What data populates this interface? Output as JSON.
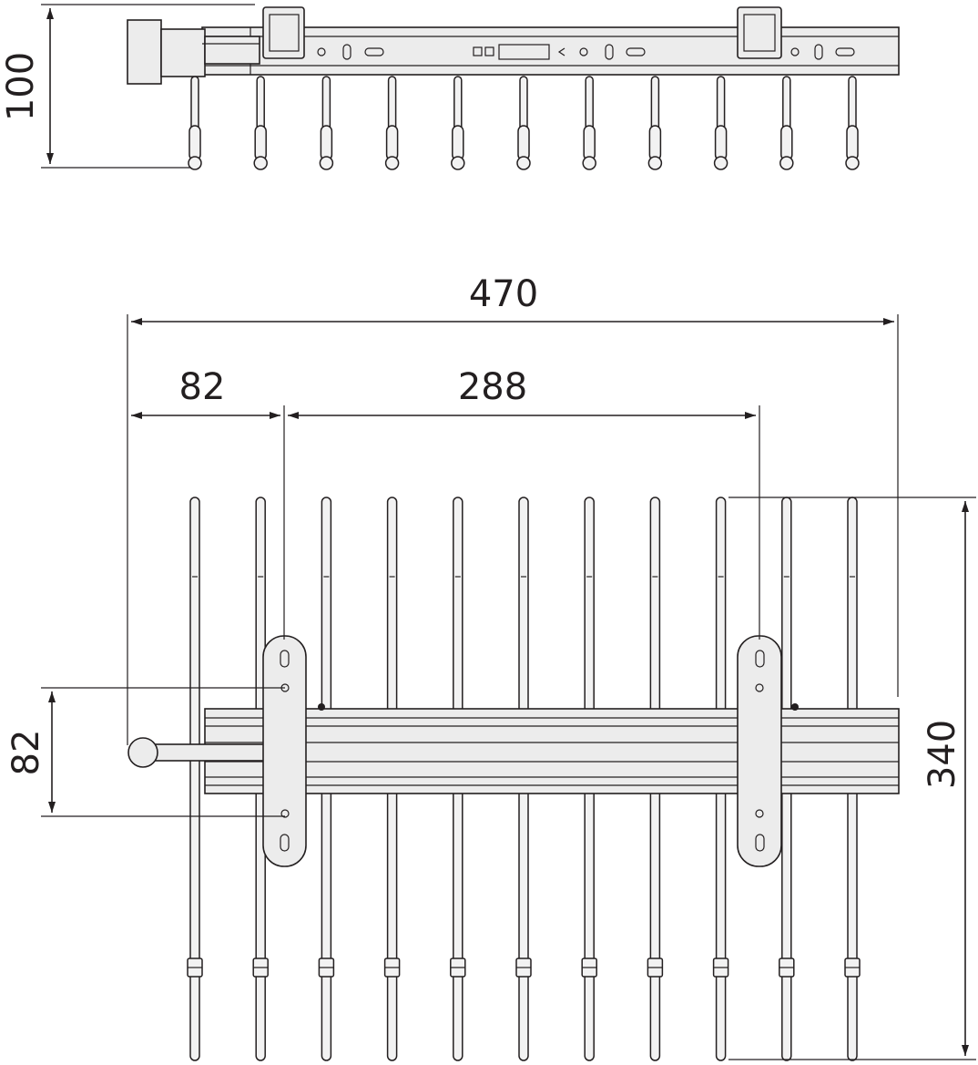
{
  "drawing": {
    "kind": "technical-drawing",
    "units": "mm",
    "views": [
      "side-view",
      "top-view"
    ],
    "rod_count": 11,
    "colors": {
      "line": "#231f20",
      "part_fill": "#ececec",
      "background": "#ffffff"
    }
  },
  "dimensions": {
    "side_height": "100",
    "overall_width": "470",
    "offset_left": "82",
    "bracket_spacing": "288",
    "mount_spacing": "82",
    "depth": "340"
  }
}
